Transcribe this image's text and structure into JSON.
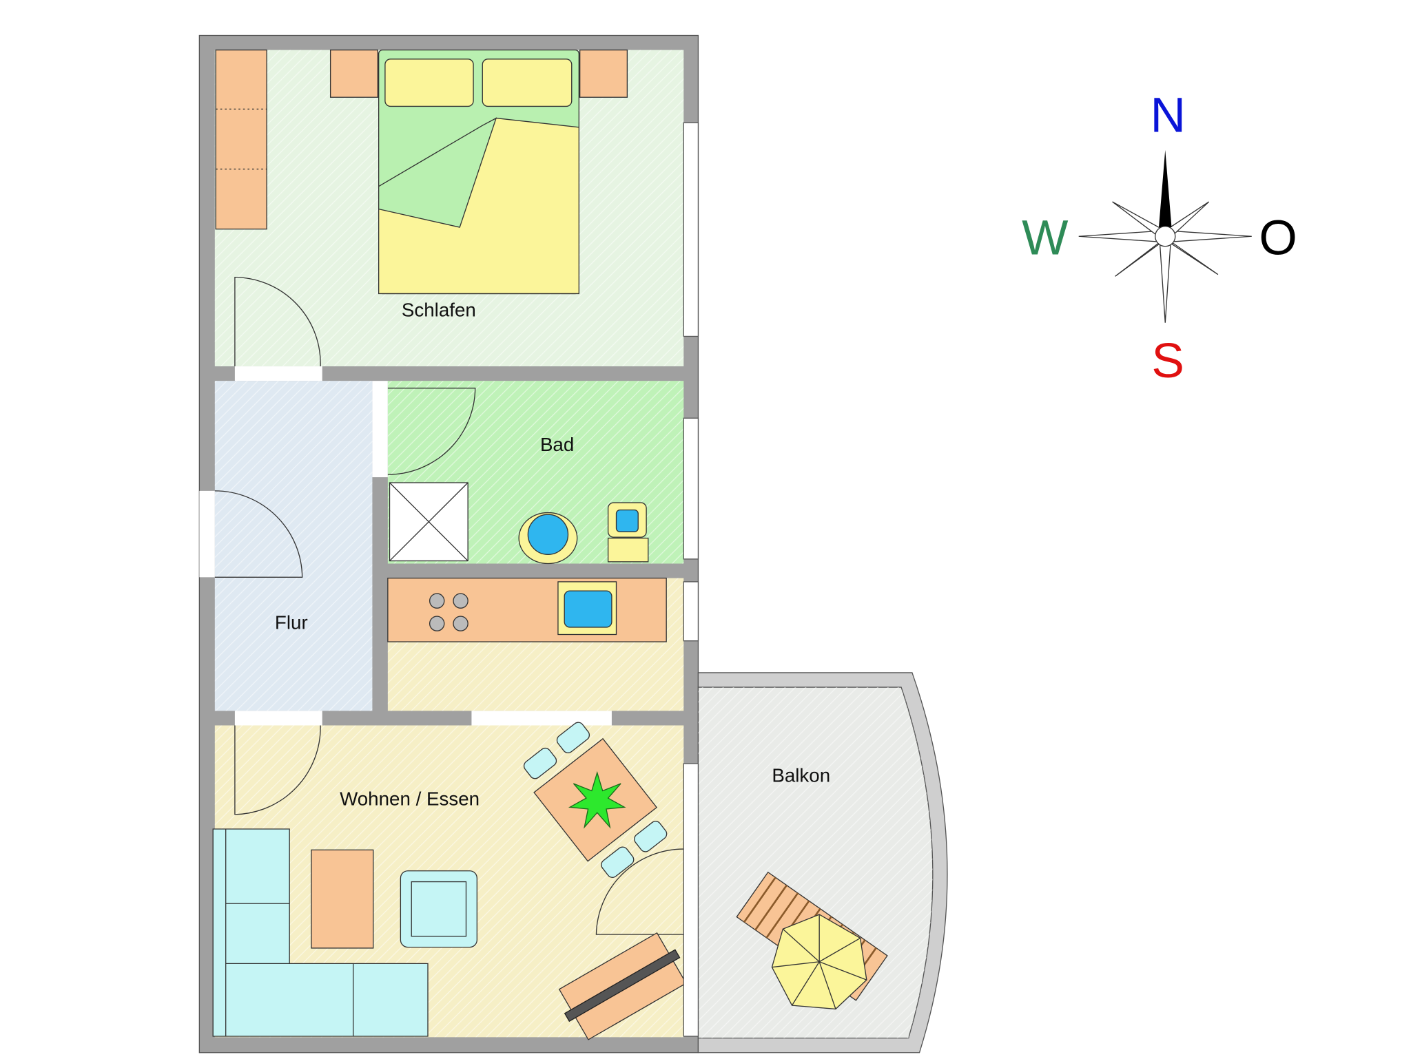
{
  "rooms": {
    "schlafen": "Schlafen",
    "bad": "Bad",
    "flur": "Flur",
    "wohnen": "Wohnen / Essen",
    "balkon": "Balkon"
  },
  "compass": {
    "north": "N",
    "south": "S",
    "west": "W",
    "east": "O",
    "colors": {
      "north": "#0a14d8",
      "south": "#e01010",
      "west": "#2e8b57",
      "east": "#000000"
    }
  },
  "colors": {
    "wall": "#a0a0a0",
    "schlafen": "#e6f4e2",
    "bad": "#bff2b8",
    "flur": "#dfe9f2",
    "wohnen": "#f6efc6",
    "balkon": "#e9ebe8",
    "furniture": "#f8c495",
    "bed": "#fbf59a",
    "sofa": "#c5f5f5",
    "water": "#2fb6ef"
  }
}
